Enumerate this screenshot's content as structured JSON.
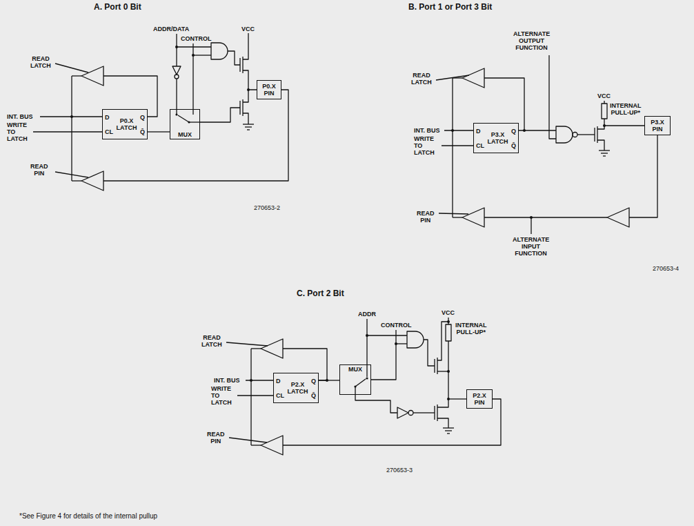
{
  "diagram": {
    "nodes": [
      {
        "text": [
          "D",
          "P0.X LATCH",
          "Q",
          "CL",
          "Q̄"
        ]
      },
      {
        "text": [
          "MUX"
        ]
      },
      {
        "text": [
          "P0.X PIN"
        ]
      },
      {
        "text": [
          "D",
          "P3.X LATCH",
          "Q",
          "CL",
          "Q̄"
        ]
      },
      {
        "text": [
          "P3.X PIN"
        ]
      },
      {
        "text": [
          "D",
          "P2.X LATCH",
          "Q",
          "CL",
          "Q̄"
        ]
      },
      {
        "text": [
          "MUX"
        ]
      },
      {
        "text": [
          "P2.X PIN"
        ]
      }
    ],
    "edges": [
      {
        "from": 0,
        "to": 1,
        "arrow": "none"
      },
      {
        "from": 5,
        "to": 6,
        "arrow": "none"
      }
    ],
    "labels": [
      "A. Port 0 Bit",
      "READ LATCH",
      "INT. BUS",
      "WRITE TO LATCH",
      "READ PIN",
      "ADDR/DATA",
      "CONTROL",
      "VCC",
      "270653-2",
      "B. Port 1 or Port 3 Bit",
      "ALTERNATE OUTPUT FUNCTION",
      "READ LATCH",
      "VCC",
      "INTERNAL PULL-UP*",
      "INT. BUS",
      "WRITE TO LATCH",
      "READ PIN",
      "ALTERNATE INPUT FUNCTION",
      "270653-4",
      "C. Port 2 Bit",
      "ADDR",
      "CONTROL",
      "VCC",
      "INTERNAL PULL-UP*",
      "READ LATCH",
      "INT. BUS",
      "WRITE TO LATCH",
      "READ PIN",
      "270653-3",
      "*See Figure 4 for details of the internal pullup"
    ]
  }
}
